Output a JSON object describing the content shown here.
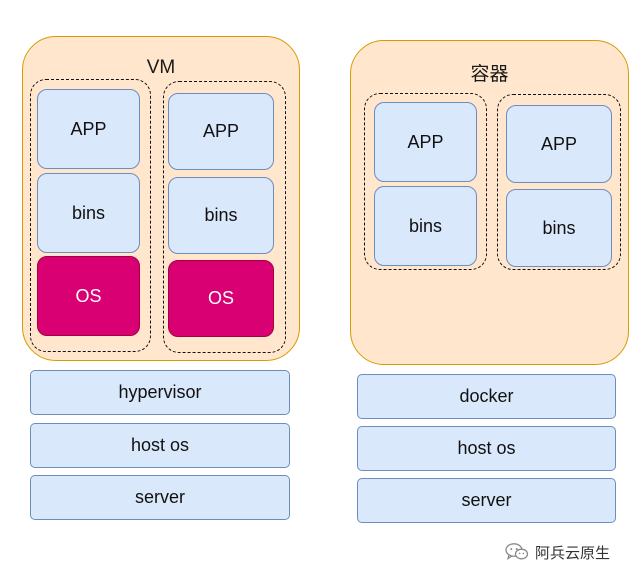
{
  "vm": {
    "title": "VM",
    "stacks": [
      {
        "app": "APP",
        "bins": "bins",
        "os": "OS"
      },
      {
        "app": "APP",
        "bins": "bins",
        "os": "OS"
      }
    ],
    "layers": [
      "hypervisor",
      "host os",
      "server"
    ]
  },
  "container": {
    "title": "容器",
    "stacks": [
      {
        "app": "APP",
        "bins": "bins"
      },
      {
        "app": "APP",
        "bins": "bins"
      }
    ],
    "layers": [
      "docker",
      "host os",
      "server"
    ]
  },
  "watermark": {
    "text": "阿兵云原生",
    "icon": "wechat-icon"
  },
  "colors": {
    "panel_fill": "#ffe6cc",
    "panel_border": "#d79b00",
    "box_fill": "#dae8fc",
    "box_border": "#6c8ebf",
    "os_fill": "#d80073"
  }
}
